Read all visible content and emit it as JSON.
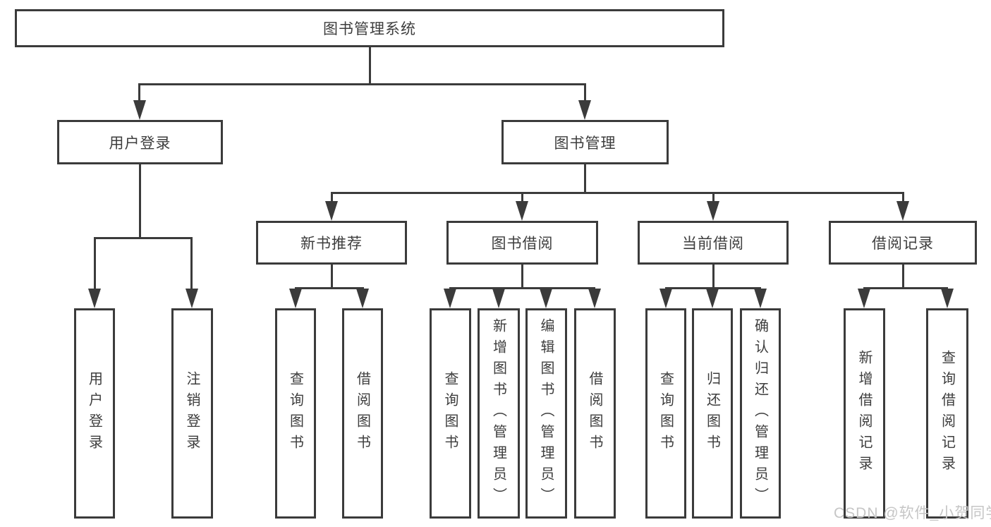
{
  "diagram": {
    "root": {
      "label": "图书管理系统"
    },
    "login": {
      "label": "用户登录",
      "children": [
        {
          "label": "用户登录"
        },
        {
          "label": "注销登录"
        }
      ]
    },
    "management": {
      "label": "图书管理",
      "sections": [
        {
          "label": "新书推荐",
          "children": [
            {
              "label": "查询图书"
            },
            {
              "label": "借阅图书"
            }
          ]
        },
        {
          "label": "图书借阅",
          "children": [
            {
              "label": "查询图书"
            },
            {
              "label": "新增图书（管理员）"
            },
            {
              "label": "编辑图书（管理员）"
            },
            {
              "label": "借阅图书"
            }
          ]
        },
        {
          "label": "当前借阅",
          "children": [
            {
              "label": "查询图书"
            },
            {
              "label": "归还图书"
            },
            {
              "label": "确认归还（管理员）"
            }
          ]
        },
        {
          "label": "借阅记录",
          "children": [
            {
              "label": "新增借阅记录"
            },
            {
              "label": "查询借阅记录"
            }
          ]
        }
      ]
    },
    "watermark": "CSDN @软件_小贺同学",
    "colors": {
      "line": "#3b3b3b",
      "text": "#3d3d3d",
      "box_background": "#ffffff",
      "watermark": "#c6c6c6",
      "page_background": "#ffffff"
    }
  }
}
